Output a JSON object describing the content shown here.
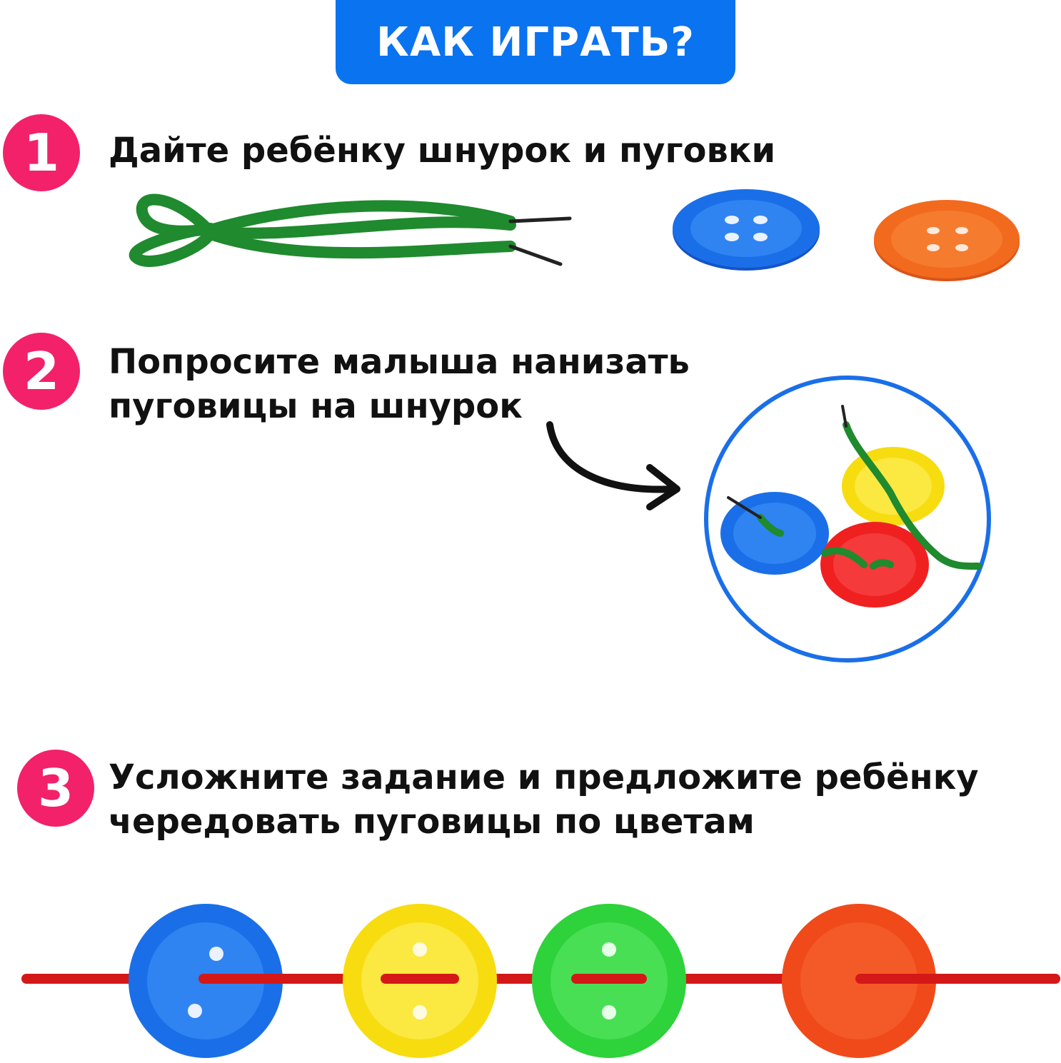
{
  "header": {
    "title": "КАК ИГРАТЬ?"
  },
  "steps": [
    {
      "number": "1",
      "line1": "Дайте ребёнку шнурок и пуговки"
    },
    {
      "number": "2",
      "line1": "Попросите малыша нанизать",
      "line2": "пуговицы на шнурок"
    },
    {
      "number": "3",
      "line1": "Усложните задание и предложите ребёнку",
      "line2": "чередовать пуговицы по цветам"
    }
  ],
  "colors": {
    "accent": "#0a73f0",
    "number_badge": "#f2216a",
    "lace_green": "#1f8a2e",
    "lace_red": "#d41818",
    "button_blue": "#1a6fe8",
    "button_orange": "#f26a1e",
    "button_yellow": "#f7dc10",
    "button_red": "#f02020",
    "button_green": "#2ed23a"
  }
}
